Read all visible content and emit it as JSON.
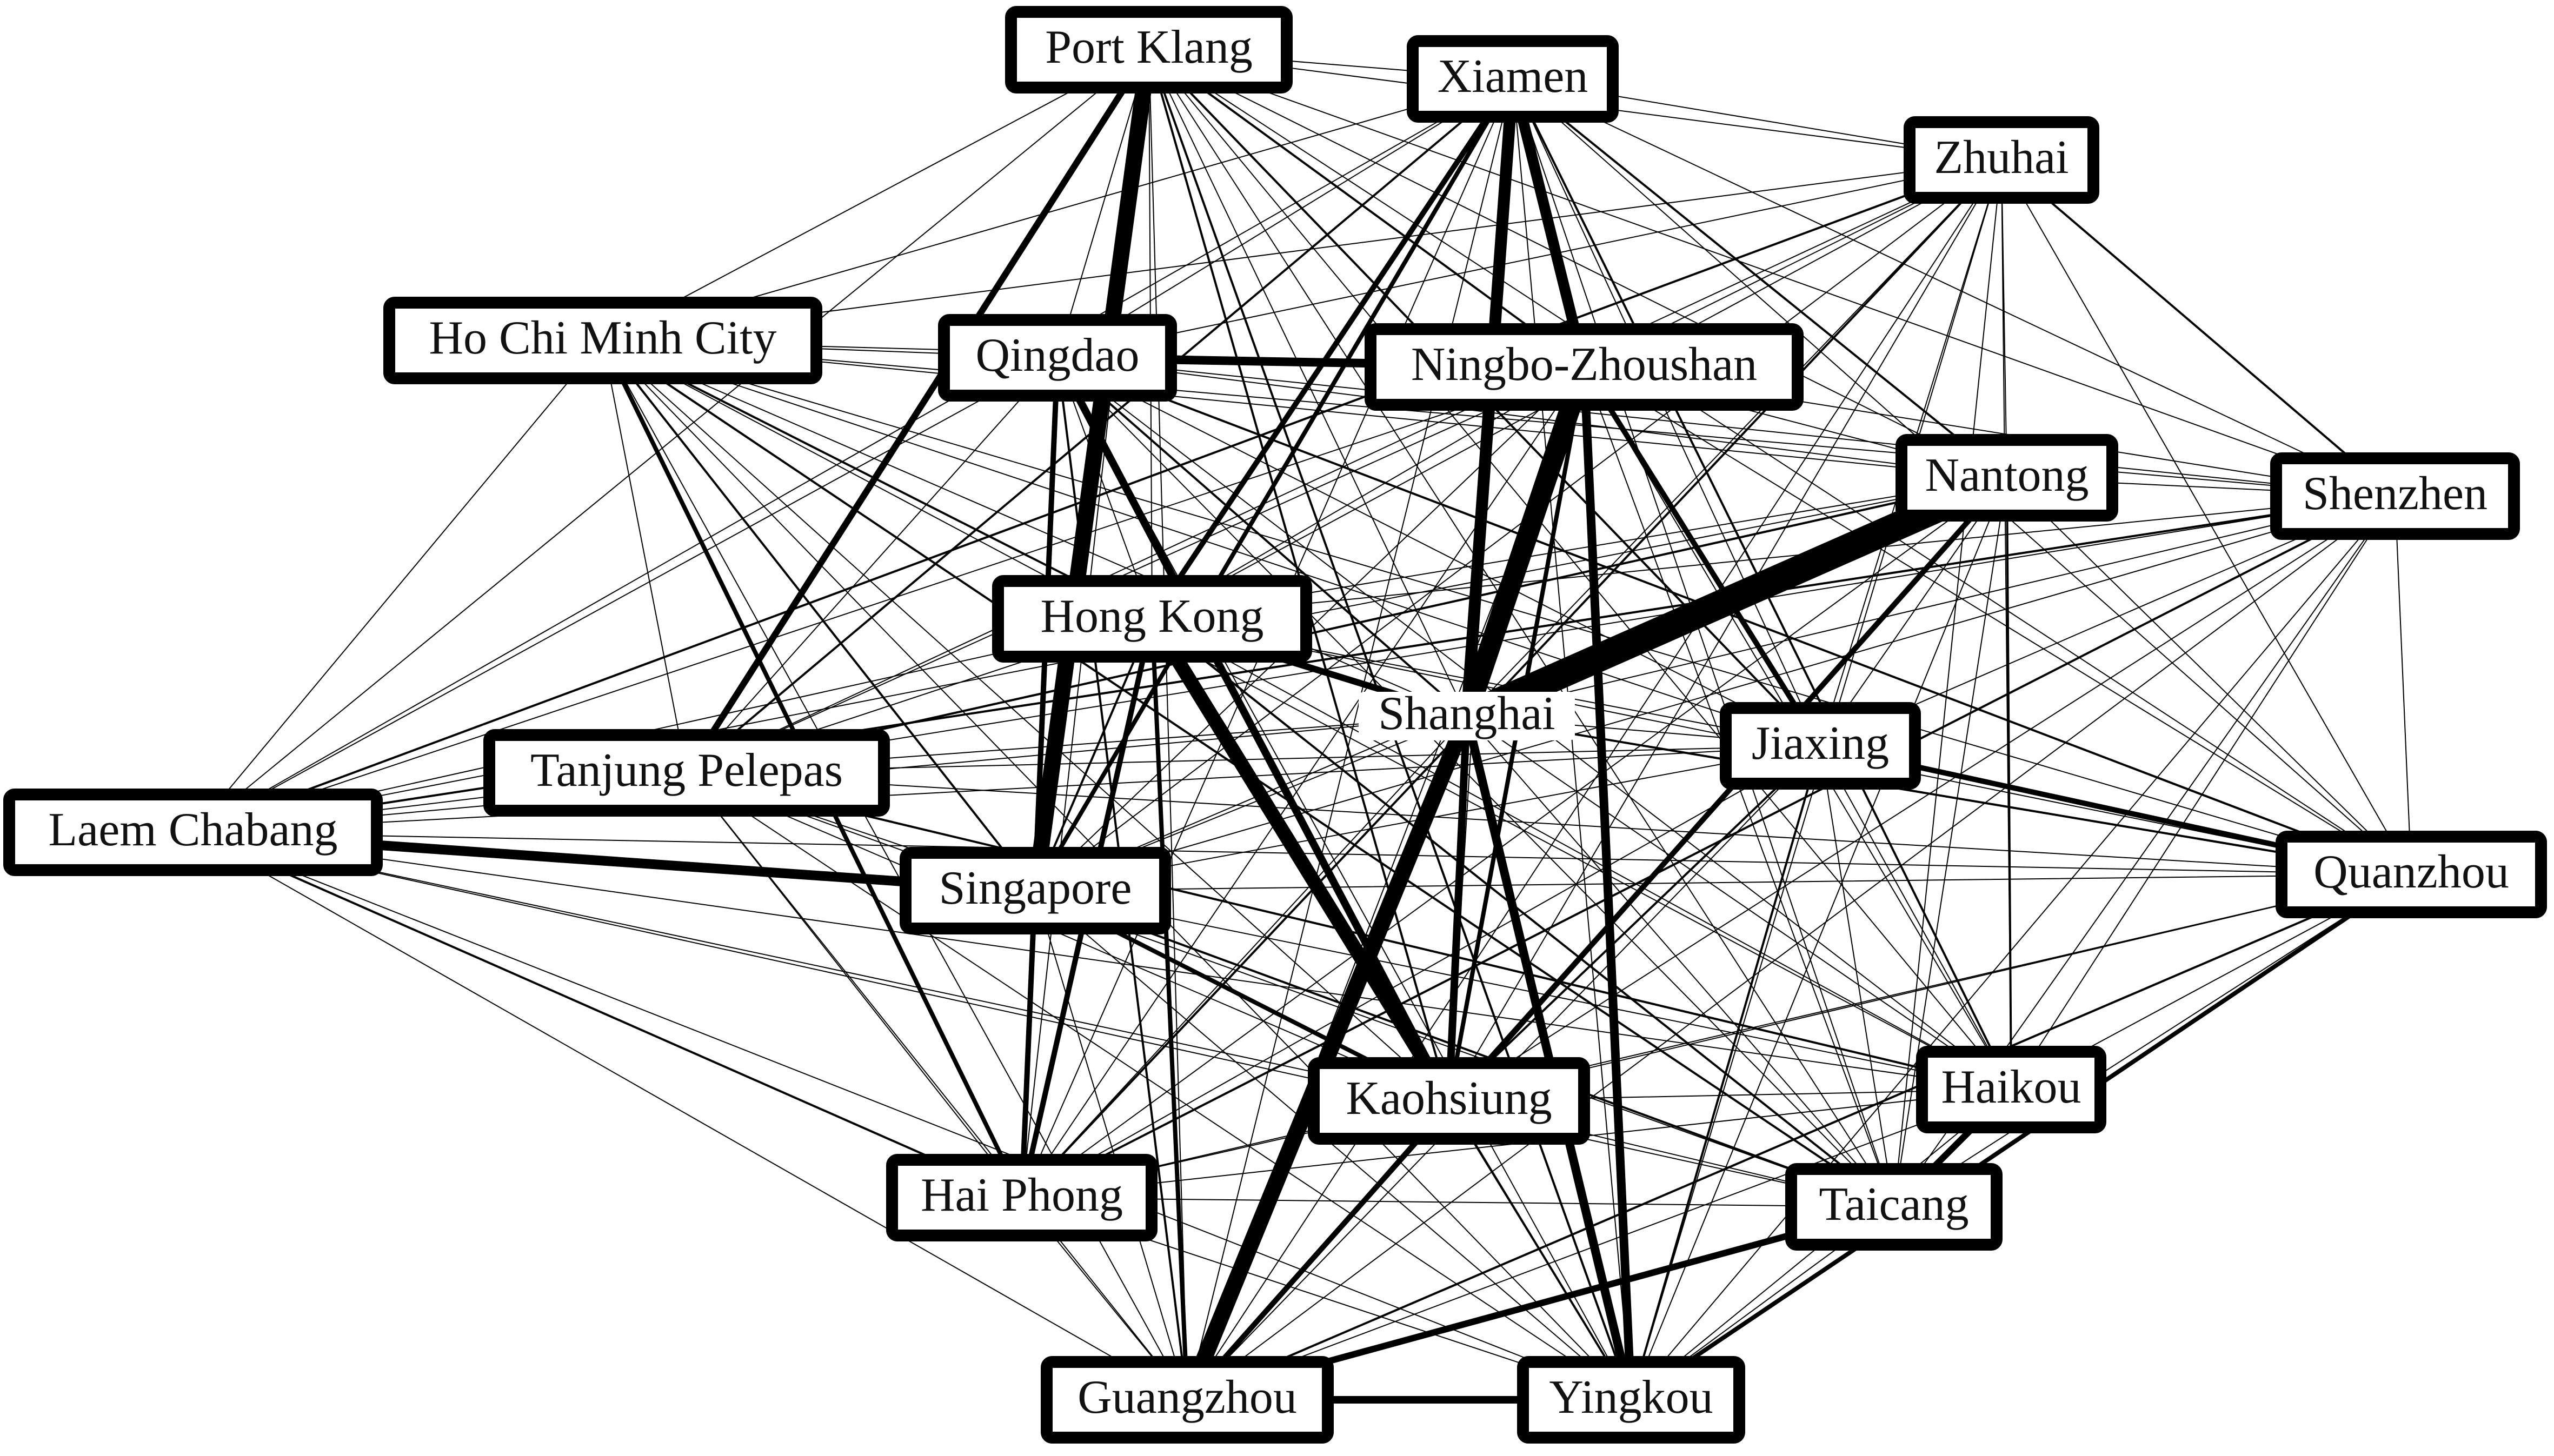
{
  "nodes": [
    {
      "id": "port-klang",
      "label": "Port Klang"
    },
    {
      "id": "xiamen",
      "label": "Xiamen"
    },
    {
      "id": "zhuhai",
      "label": "Zhuhai"
    },
    {
      "id": "ho-chi-minh-city",
      "label": "Ho Chi Minh City"
    },
    {
      "id": "qingdao",
      "label": "Qingdao"
    },
    {
      "id": "ningbo-zhoushan",
      "label": "Ningbo-Zhoushan"
    },
    {
      "id": "nantong",
      "label": "Nantong"
    },
    {
      "id": "shenzhen",
      "label": "Shenzhen"
    },
    {
      "id": "hong-kong",
      "label": "Hong Kong"
    },
    {
      "id": "shanghai",
      "label": "Shanghai"
    },
    {
      "id": "jiaxing",
      "label": "Jiaxing"
    },
    {
      "id": "tanjung-pelepas",
      "label": "Tanjung Pelepas"
    },
    {
      "id": "laem-chabang",
      "label": "Laem Chabang"
    },
    {
      "id": "singapore",
      "label": "Singapore"
    },
    {
      "id": "quanzhou",
      "label": "Quanzhou"
    },
    {
      "id": "kaohsiung",
      "label": "Kaohsiung"
    },
    {
      "id": "haikou",
      "label": "Haikou"
    },
    {
      "id": "hai-phong",
      "label": "Hai Phong"
    },
    {
      "id": "taicang",
      "label": "Taicang"
    },
    {
      "id": "guangzhou",
      "label": "Guangzhou"
    },
    {
      "id": "yingkou",
      "label": "Yingkou"
    }
  ],
  "colors": {
    "node_border": "#000000",
    "node_fill": "#ffffff",
    "edge": "#000000",
    "label": "#111111"
  }
}
